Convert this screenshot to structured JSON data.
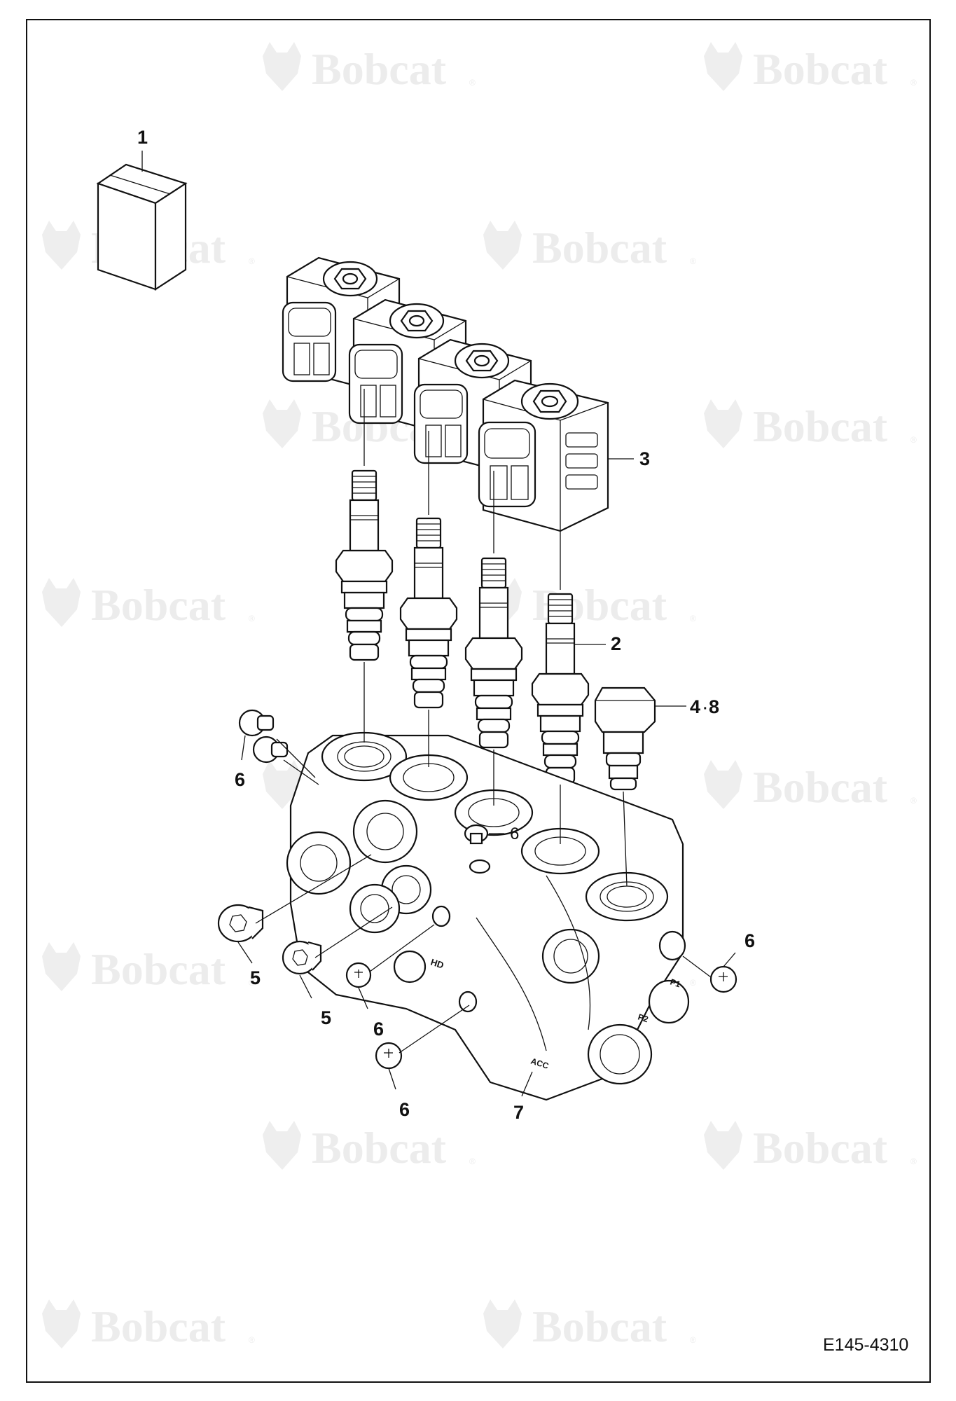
{
  "watermark": {
    "brand": "Bobcat",
    "registered_mark": "®"
  },
  "callouts": {
    "c1": "1",
    "c2": "2",
    "c3": "3",
    "c48": "4",
    "c48b": "8",
    "c5a": "5",
    "c5b": "5",
    "c6a": "6",
    "c6b": "6",
    "c6c": "6",
    "c6d": "6",
    "c6e": "6",
    "c7": "7"
  },
  "figure_id": "E145-4310",
  "block_markings": {
    "p1": "P1",
    "p2": "P2",
    "acc": "ACC",
    "hd": "HD"
  }
}
